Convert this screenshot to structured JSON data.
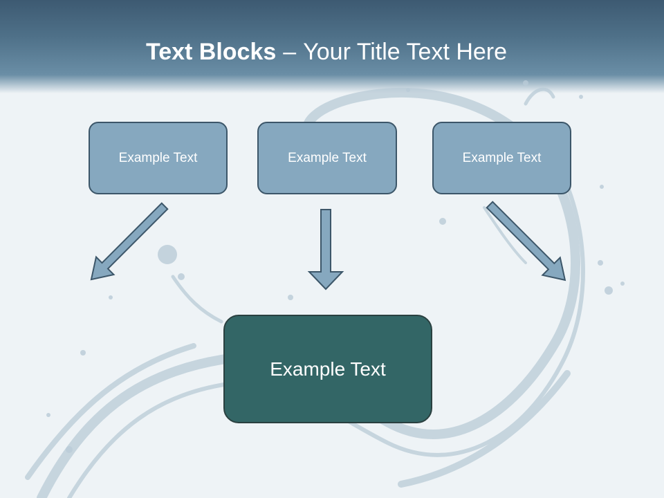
{
  "slide": {
    "title_bold": "Text Blocks",
    "title_separator": "–",
    "title_rest": "Your Title Text Here",
    "top_boxes": [
      {
        "label": "Example Text"
      },
      {
        "label": "Example Text"
      },
      {
        "label": "Example Text"
      }
    ],
    "main_box": {
      "label": "Example Text"
    }
  },
  "colors": {
    "header": "#4f7189",
    "box_fill": "#86a8bf",
    "box_border": "#3c5669",
    "main_fill": "#336666",
    "arrow_fill": "#86a8bf",
    "arrow_stroke": "#3c5669"
  }
}
